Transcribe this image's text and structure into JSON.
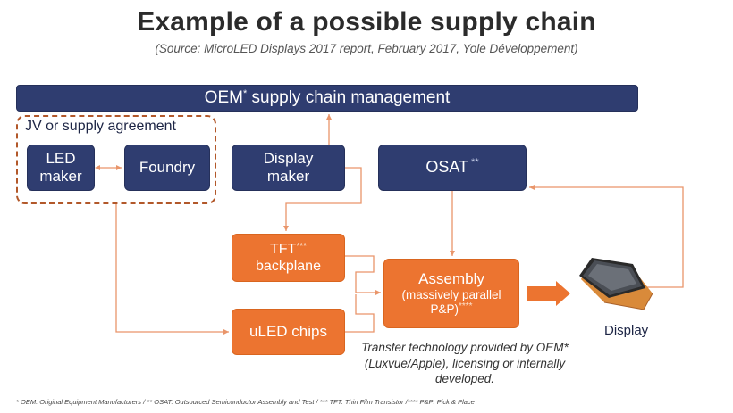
{
  "title": "Example of a possible supply chain",
  "subtitle": "(Source: MicroLED Displays 2017 report, February 2017, Yole Développement)",
  "oem_bar": {
    "label": "OEM",
    "sup": "*",
    "rest": " supply chain management"
  },
  "jv_group": {
    "label": "JV or supply agreement"
  },
  "boxes": {
    "led_maker": {
      "line1": "LED",
      "line2": "maker"
    },
    "foundry": {
      "label": "Foundry"
    },
    "display_maker": {
      "line1": "Display",
      "line2": "maker"
    },
    "osat": {
      "label": "OSAT",
      "sup": "**"
    },
    "tft": {
      "line1": "TFT",
      "sup": "***",
      "line2": "backplane"
    },
    "uled": {
      "label": "uLED chips"
    },
    "assembly": {
      "line1": "Assembly",
      "line2": "(massively parallel",
      "line3": "P&P)",
      "sup": "****"
    }
  },
  "display_label": "Display",
  "transfer_note": "Transfer technology provided by OEM* (Luxvue/Apple), licensing or internally developed.",
  "footnote": "* OEM: Original Equipment Manufacturers / ** OSAT: Outsourced Semiconductor Assembly and Test / *** TFT: Thin Film Transistor /**** P&P: Pick & Place",
  "colors": {
    "navy": "#2f3d70",
    "orange": "#ec7430",
    "connector": "#e9956a",
    "title": "#2b2b2b"
  },
  "icons": {
    "display_panel": "lcd-display-panel-icon",
    "flow_arrow": "block-arrow-right-icon"
  }
}
